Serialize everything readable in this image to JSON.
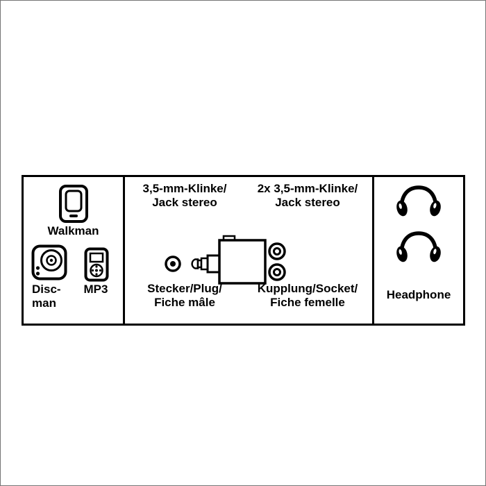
{
  "left": {
    "walkman_label": "Walkman",
    "discman_label_1": "Disc-",
    "discman_label_2": "man",
    "mp3_label": "MP3"
  },
  "middle": {
    "plug_title_1": "3,5-mm-Klinke/",
    "plug_title_2": "Jack stereo",
    "socket_title_1": "2x 3,5-mm-Klinke/",
    "socket_title_2": "Jack stereo",
    "plug_caption_1": "Stecker/Plug/",
    "plug_caption_2": "Fiche mâle",
    "socket_caption_1": "Kupplung/Socket/",
    "socket_caption_2": "Fiche femelle"
  },
  "right": {
    "headphone_label": "Headphone"
  },
  "colors": {
    "line": "#000000",
    "background": "#ffffff"
  }
}
